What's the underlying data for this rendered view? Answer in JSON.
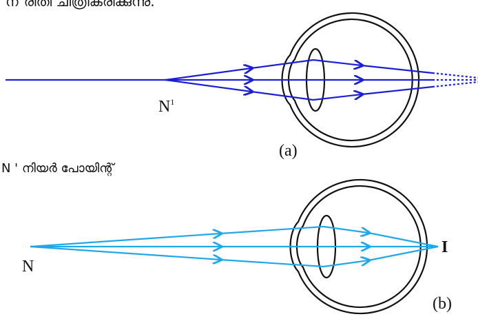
{
  "header": {
    "text": "ന് രീതി ചിത്രീകരിക്കുന്നു."
  },
  "diagram_a": {
    "point_label": "N",
    "point_superscript": "1",
    "panel_label": "(a)",
    "ray_color": "#1a1fd6"
  },
  "caption_mid": {
    "text": "N ' നിയർ പോയിന്റ്"
  },
  "diagram_b": {
    "point_label": "N",
    "image_label": "I",
    "panel_label": "(b)",
    "ray_color": "#1ea8ea"
  },
  "colors": {
    "eye_outline": "#111111",
    "background": "#ffffff"
  }
}
